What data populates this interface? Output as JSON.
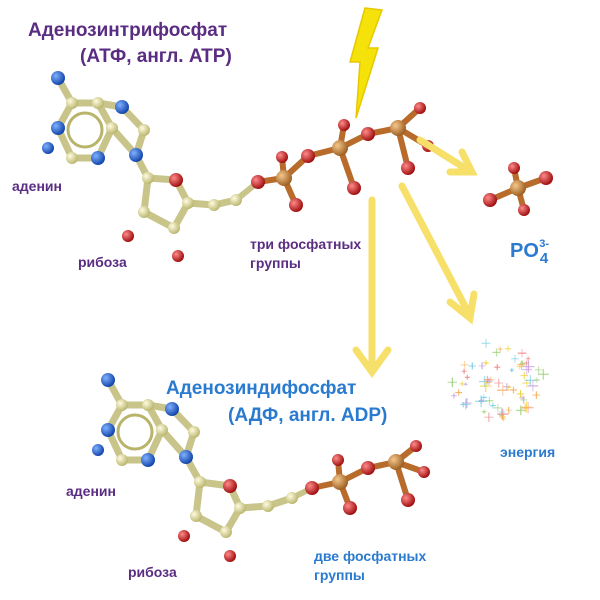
{
  "atp": {
    "title_line1": "Аденозинтрифосфат",
    "title_line2": "(АТФ, англ. ATP)",
    "adenine": "аденин",
    "ribose": "рибоза",
    "phosphates_line1": "три фосфатных",
    "phosphates_line2": "группы"
  },
  "adp": {
    "title_line1": "Аденозиндифосфат",
    "title_line2": "(АДФ, англ. ADP)",
    "adenine": "аденин",
    "ribose": "рибоза",
    "phosphates_line1": "две фосфатных",
    "phosphates_line2": "группы"
  },
  "phosphate_ion": {
    "formula": "PO",
    "subscript": "4",
    "charge": "3-"
  },
  "energy_label": "энергия",
  "colors": {
    "carbon": "#d8d49a",
    "nitrogen": "#1e63d6",
    "oxygen": "#d01818",
    "phosphorus": "#c8853a",
    "arrow": "#f6e06a",
    "lightning": "#f5e20a",
    "label_purple": "#5a2d82",
    "label_blue": "#2a7bd0"
  },
  "icons": [
    "lightning-bolt-icon",
    "energy-sparkle-icon"
  ]
}
